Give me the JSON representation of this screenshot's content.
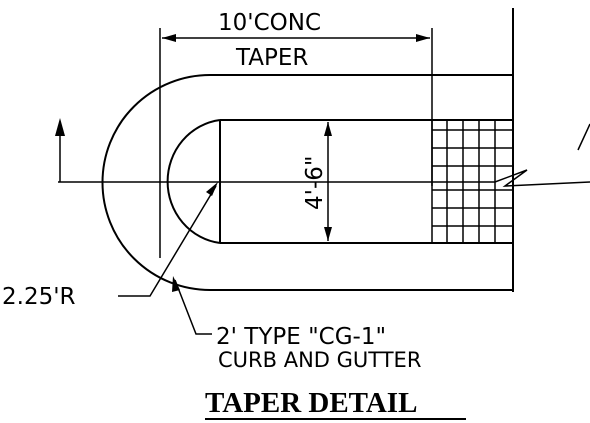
{
  "dimension_top": "10'CONC",
  "taper_label": "TAPER",
  "width_dimension": "4'-6\"",
  "radius_label": "2.25'R",
  "curb_label_line1": "2' TYPE \"CG-1\"",
  "curb_label_line2": "CURB AND GUTTER",
  "detail_title": "TAPER DETAIL"
}
